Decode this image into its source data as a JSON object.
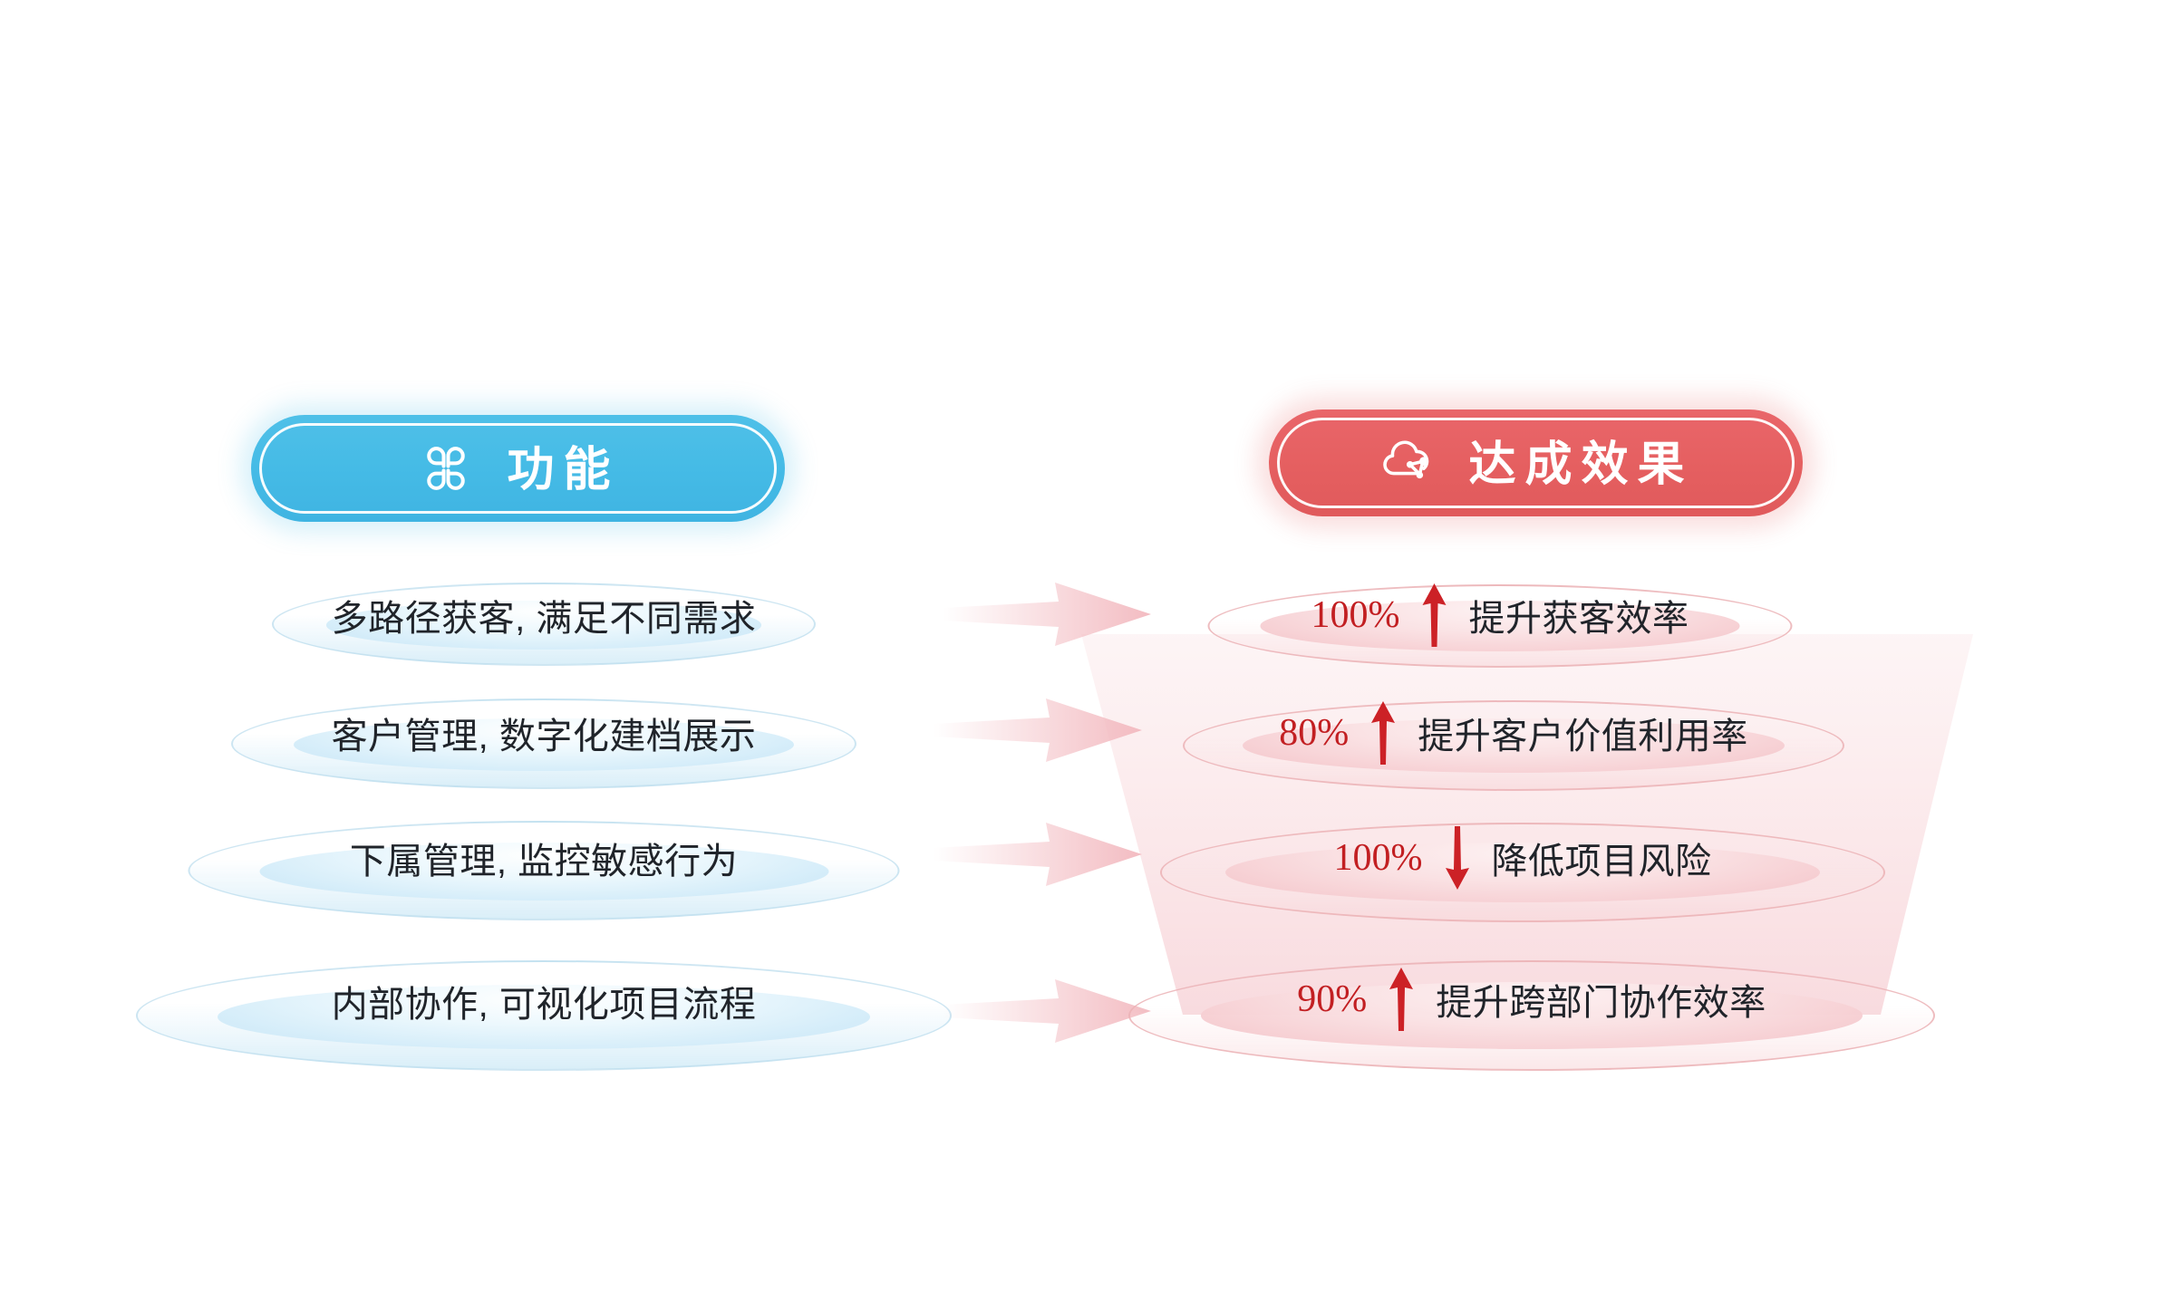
{
  "headers": {
    "features": {
      "label": "功能",
      "icon": "four-petal-icon",
      "color": "#45bbe6"
    },
    "results": {
      "label": "达成效果",
      "icon": "cloud-network-icon",
      "color": "#e55f60"
    }
  },
  "features": {
    "items": [
      {
        "label": "多路径获客, 满足不同需求"
      },
      {
        "label": "客户管理, 数字化建档展示"
      },
      {
        "label": "下属管理, 监控敏感行为"
      },
      {
        "label": "内部协作, 可视化项目流程"
      }
    ]
  },
  "results": {
    "items": [
      {
        "metric": "100%",
        "trend": "up",
        "label": "提升获客效率"
      },
      {
        "metric": "80%",
        "trend": "up",
        "label": "提升客户价值利用率"
      },
      {
        "metric": "100%",
        "trend": "down",
        "label": "降低项目风险"
      },
      {
        "metric": "90%",
        "trend": "up",
        "label": "提升跨部门协作效率"
      }
    ]
  },
  "connectors": [
    {
      "name": "arrow-1"
    },
    {
      "name": "arrow-2"
    },
    {
      "name": "arrow-3"
    },
    {
      "name": "arrow-4"
    }
  ],
  "colors": {
    "blue_accent": "#45bbe6",
    "red_accent": "#e55f60",
    "metric_red": "#c21f22",
    "arrow_pink": "#f3bcc2",
    "text_dark": "#20242a"
  }
}
